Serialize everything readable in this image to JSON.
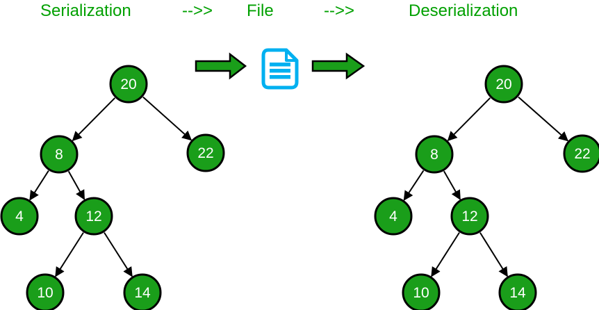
{
  "header": {
    "serialization_label": "Serialization",
    "arrow_label_1": "-->>",
    "file_label": "File",
    "arrow_label_2": "-->>",
    "deserialization_label": "Deserialization"
  },
  "colors": {
    "header_text": "#00a000",
    "node_fill": "#1a9e1a",
    "node_stroke": "#000000",
    "node_text": "#ffffff",
    "edge_stroke": "#000000",
    "flow_arrow_fill": "#1a9e1a",
    "flow_arrow_stroke": "#000000",
    "file_icon_color": "#00b0f0",
    "background": "#ffffff"
  },
  "icons": {
    "flow_arrow_1": "right-arrow-icon",
    "file": "file-document-icon",
    "flow_arrow_2": "right-arrow-icon"
  },
  "trees": {
    "left": {
      "nodes": [
        {
          "value": "20"
        },
        {
          "value": "8"
        },
        {
          "value": "22"
        },
        {
          "value": "4"
        },
        {
          "value": "12"
        },
        {
          "value": "10"
        },
        {
          "value": "14"
        }
      ],
      "edges": [
        {
          "from": "20",
          "to": "8"
        },
        {
          "from": "20",
          "to": "22"
        },
        {
          "from": "8",
          "to": "4"
        },
        {
          "from": "8",
          "to": "12"
        },
        {
          "from": "12",
          "to": "10"
        },
        {
          "from": "12",
          "to": "14"
        }
      ]
    },
    "right": {
      "nodes": [
        {
          "value": "20"
        },
        {
          "value": "8"
        },
        {
          "value": "22"
        },
        {
          "value": "4"
        },
        {
          "value": "12"
        },
        {
          "value": "10"
        },
        {
          "value": "14"
        }
      ],
      "edges": [
        {
          "from": "20",
          "to": "8"
        },
        {
          "from": "20",
          "to": "22"
        },
        {
          "from": "8",
          "to": "4"
        },
        {
          "from": "8",
          "to": "12"
        },
        {
          "from": "12",
          "to": "10"
        },
        {
          "from": "12",
          "to": "14"
        }
      ]
    }
  }
}
